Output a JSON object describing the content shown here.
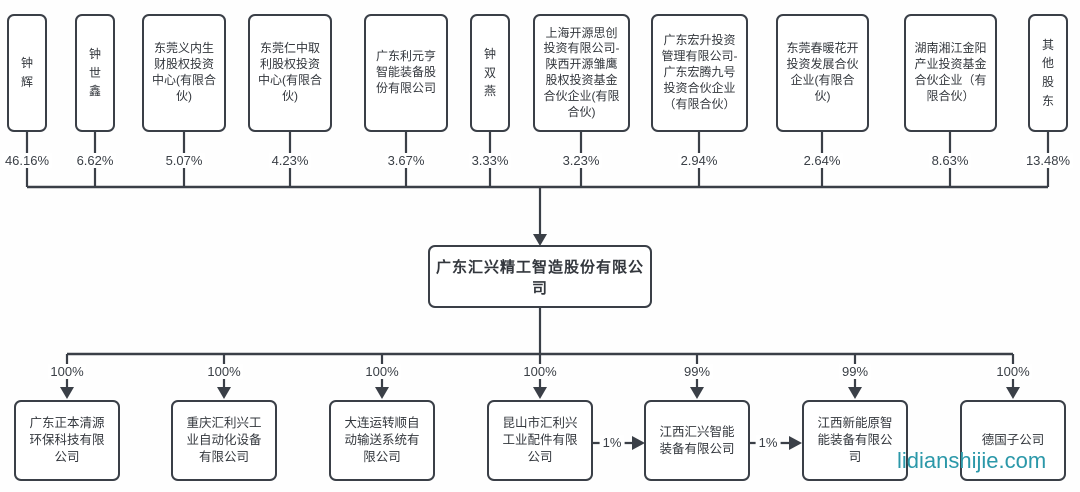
{
  "diagram": {
    "company": {
      "name": "广东汇兴精工智造股份有限公司"
    },
    "shareholders": [
      {
        "name": "钟辉",
        "pct": "46.16%"
      },
      {
        "name": "钟世鑫",
        "pct": "6.62%"
      },
      {
        "name": "东莞义内生财股权投资中心(有限合伙)",
        "pct": "5.07%"
      },
      {
        "name": "东莞仁中取利股权投资中心(有限合伙)",
        "pct": "4.23%"
      },
      {
        "name": "广东利元亨智能装备股份有限公司",
        "pct": "3.67%"
      },
      {
        "name": "钟双燕",
        "pct": "3.33%"
      },
      {
        "name": "上海开源思创投资有限公司-陕西开源雏鹰股权投资基金合伙企业(有限合伙)",
        "pct": "3.23%"
      },
      {
        "name": "广东宏升投资管理有限公司-广东宏腾九号投资合伙企业（有限合伙）",
        "pct": "2.94%"
      },
      {
        "name": "东莞春暖花开投资发展合伙企业(有限合伙)",
        "pct": "2.64%"
      },
      {
        "name": "湖南湘江金阳产业投资基金合伙企业（有限合伙）",
        "pct": "8.63%"
      },
      {
        "name": "其他股东",
        "pct": "13.48%"
      }
    ],
    "subsidiaries": [
      {
        "name": "广东正本清源环保科技有限公司",
        "pct": "100%"
      },
      {
        "name": "重庆汇利兴工业自动化设备有限公司",
        "pct": "100%"
      },
      {
        "name": "大连运转顺自动输送系统有限公司",
        "pct": "100%"
      },
      {
        "name": "昆山市汇利兴工业配件有限公司",
        "pct": "100%"
      },
      {
        "name": "江西汇兴智能装备有限公司",
        "pct": "99%"
      },
      {
        "name": "江西新能原智能装备有限公司",
        "pct": "99%"
      },
      {
        "name": "德国子公司",
        "pct": "100%"
      }
    ],
    "cross_links": [
      {
        "label": "1%"
      },
      {
        "label": "1%"
      }
    ],
    "watermark": "lidianshijie.com",
    "colors": {
      "line": "#3a3f47",
      "text": "#33373d",
      "watermark": "#2b98a9"
    }
  }
}
